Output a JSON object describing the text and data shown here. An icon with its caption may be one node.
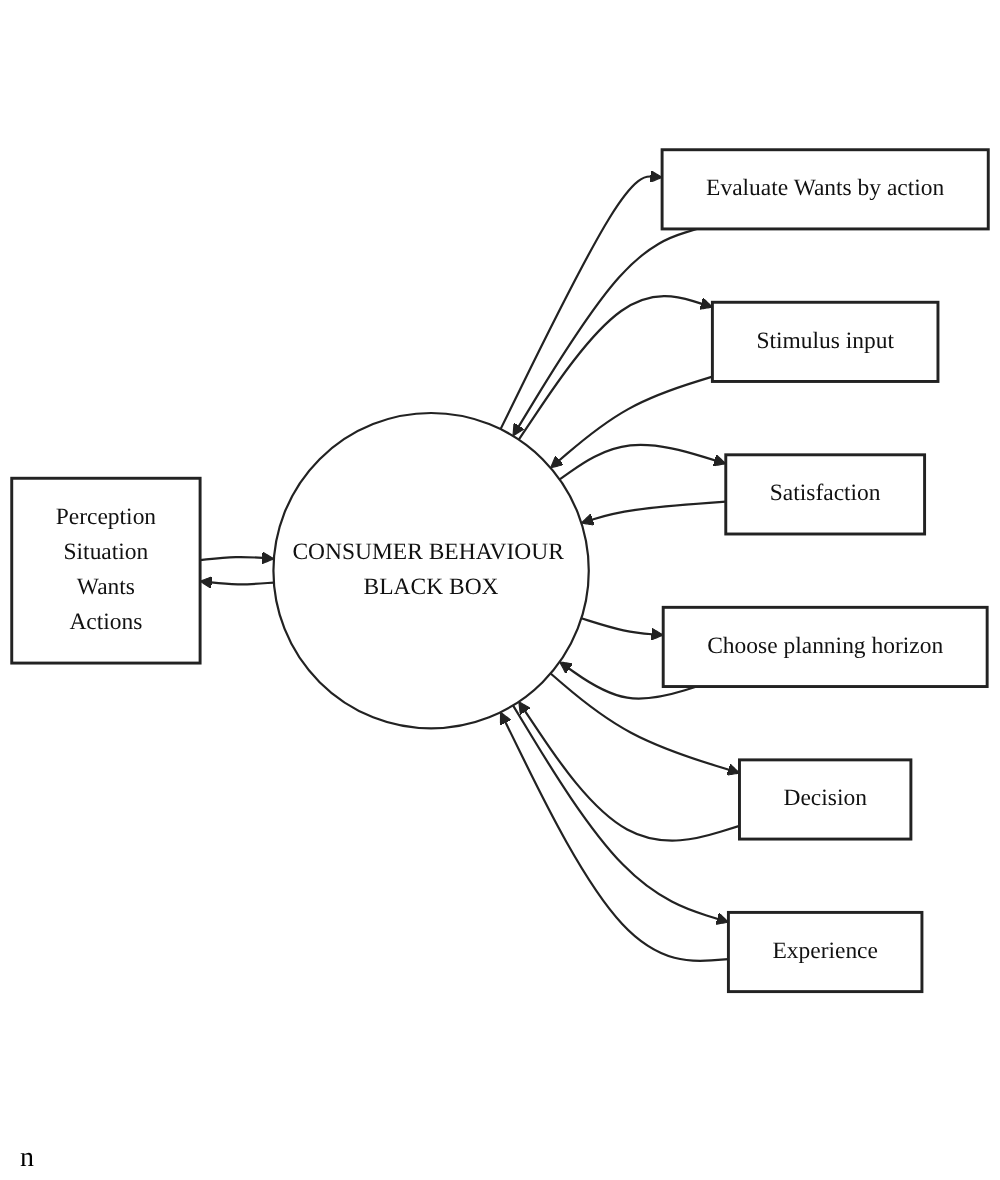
{
  "diagram": {
    "nodes": [
      {
        "text": [
          "Perception",
          "Situation",
          "Wants",
          "Actions"
        ]
      },
      {
        "text": [
          "Evaluate Wants by action"
        ]
      },
      {
        "text": [
          "Stimulus input"
        ]
      },
      {
        "text": [
          "CONSUMER BEHAVIOUR BLACK BOX"
        ]
      },
      {
        "text": [
          "Choose planning horizon"
        ]
      },
      {
        "text": [
          "Satisfaction"
        ]
      },
      {
        "text": [
          "Decision"
        ]
      },
      {
        "text": [
          "Experience"
        ]
      }
    ],
    "edges": [
      {
        "from": 0,
        "to": 3,
        "arrow": "to"
      },
      {
        "from": 3,
        "to": 0,
        "arrow": "to"
      },
      {
        "from": 1,
        "to": 3,
        "arrow": "to"
      },
      {
        "from": 3,
        "to": 1,
        "arrow": "to"
      },
      {
        "from": 3,
        "to": 2,
        "arrow": "to"
      },
      {
        "from": 2,
        "to": 3,
        "arrow": "to"
      },
      {
        "from": 5,
        "to": 3,
        "arrow": "to"
      },
      {
        "from": 3,
        "to": 5,
        "arrow": "to"
      },
      {
        "from": 3,
        "to": 4,
        "arrow": "to"
      },
      {
        "from": 4,
        "to": 3,
        "arrow": "to"
      },
      {
        "from": 3,
        "to": 6,
        "arrow": "to"
      },
      {
        "from": 6,
        "to": 3,
        "arrow": "to"
      },
      {
        "from": 7,
        "to": 3,
        "arrow": "to"
      },
      {
        "from": 3,
        "to": 7,
        "arrow": "to"
      }
    ],
    "labels": [
      "n"
    ]
  }
}
